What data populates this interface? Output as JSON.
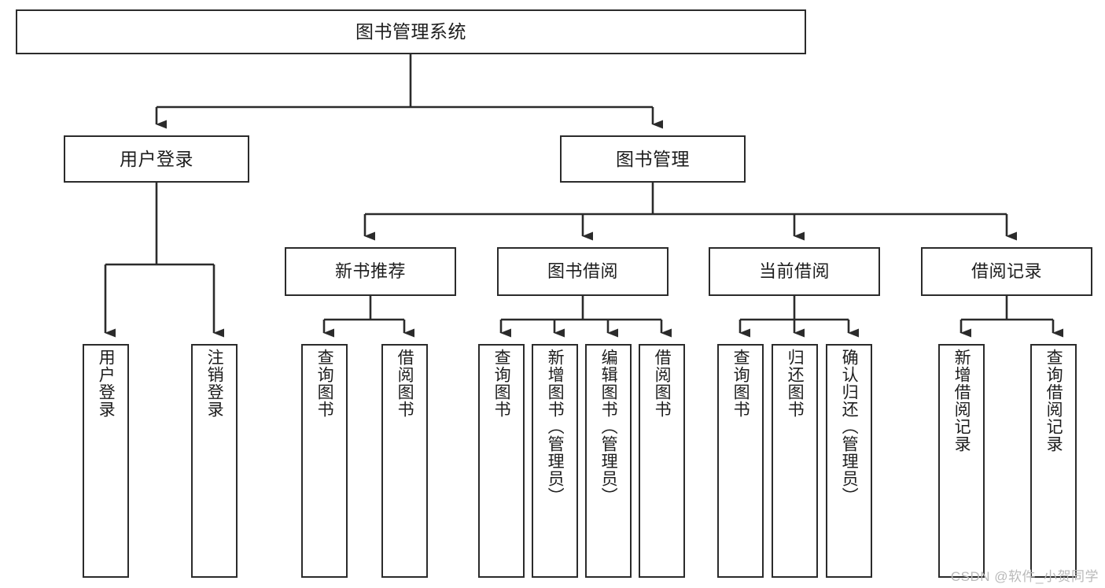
{
  "diagram": {
    "type": "tree-hierarchy-flowchart",
    "title_text": "图书管理系统",
    "watermark": "CSDN @软件_小贺同学",
    "colors": {
      "stroke": "#2b2b2b",
      "fill": "#ffffff",
      "text": "#1d1d1d",
      "watermark": "#b9b9b9"
    },
    "levels": {
      "level1": [
        "图书管理系统"
      ],
      "level2": [
        "用户登录",
        "图书管理"
      ],
      "level3": [
        "新书推荐",
        "图书借阅",
        "当前借阅",
        "借阅记录"
      ],
      "level4": [
        "用户登录",
        "注销登录",
        "查询图书",
        "借阅图书",
        "查询图书",
        "新增图书（管理员）",
        "编辑图书（管理员）",
        "借阅图书",
        "查询图书",
        "归还图书",
        "确认归还（管理员）",
        "新增借阅记录",
        "查询借阅记录"
      ]
    },
    "nodes": {
      "root": {
        "label": "图书管理系统"
      },
      "user_login": {
        "label": "用户登录"
      },
      "book_manage": {
        "label": "图书管理"
      },
      "new_book_rec": {
        "label": "新书推荐"
      },
      "book_borrow": {
        "label": "图书借阅"
      },
      "current_borrow": {
        "label": "当前借阅"
      },
      "borrow_record": {
        "label": "借阅记录"
      },
      "leaf_user_login": {
        "label": "用户登录"
      },
      "leaf_logout": {
        "label": "注销登录"
      },
      "leaf_query_book_1": {
        "label": "查询图书"
      },
      "leaf_borrow_book_1": {
        "label": "借阅图书"
      },
      "leaf_query_book_2": {
        "label": "查询图书"
      },
      "leaf_add_book": {
        "label": "新增图书（管理员）"
      },
      "leaf_edit_book": {
        "label": "编辑图书（管理员）"
      },
      "leaf_borrow_book_2": {
        "label": "借阅图书"
      },
      "leaf_query_book_3": {
        "label": "查询图书"
      },
      "leaf_return_book": {
        "label": "归还图书"
      },
      "leaf_confirm_return": {
        "label": "确认归还（管理员）"
      },
      "leaf_add_record": {
        "label": "新增借阅记录"
      },
      "leaf_query_record": {
        "label": "查询借阅记录"
      }
    },
    "edges": [
      {
        "from": "图书管理系统",
        "to": "用户登录"
      },
      {
        "from": "图书管理系统",
        "to": "图书管理"
      },
      {
        "from": "用户登录",
        "to": "用户登录"
      },
      {
        "from": "用户登录",
        "to": "注销登录"
      },
      {
        "from": "图书管理",
        "to": "新书推荐"
      },
      {
        "from": "图书管理",
        "to": "图书借阅"
      },
      {
        "from": "图书管理",
        "to": "当前借阅"
      },
      {
        "from": "图书管理",
        "to": "借阅记录"
      },
      {
        "from": "新书推荐",
        "to": "查询图书"
      },
      {
        "from": "新书推荐",
        "to": "借阅图书"
      },
      {
        "from": "图书借阅",
        "to": "查询图书"
      },
      {
        "from": "图书借阅",
        "to": "新增图书（管理员）"
      },
      {
        "from": "图书借阅",
        "to": "编辑图书（管理员）"
      },
      {
        "from": "图书借阅",
        "to": "借阅图书"
      },
      {
        "from": "当前借阅",
        "to": "查询图书"
      },
      {
        "from": "当前借阅",
        "to": "归还图书"
      },
      {
        "from": "当前借阅",
        "to": "确认归还（管理员）"
      },
      {
        "from": "借阅记录",
        "to": "新增借阅记录"
      },
      {
        "from": "借阅记录",
        "to": "查询借阅记录"
      }
    ]
  }
}
